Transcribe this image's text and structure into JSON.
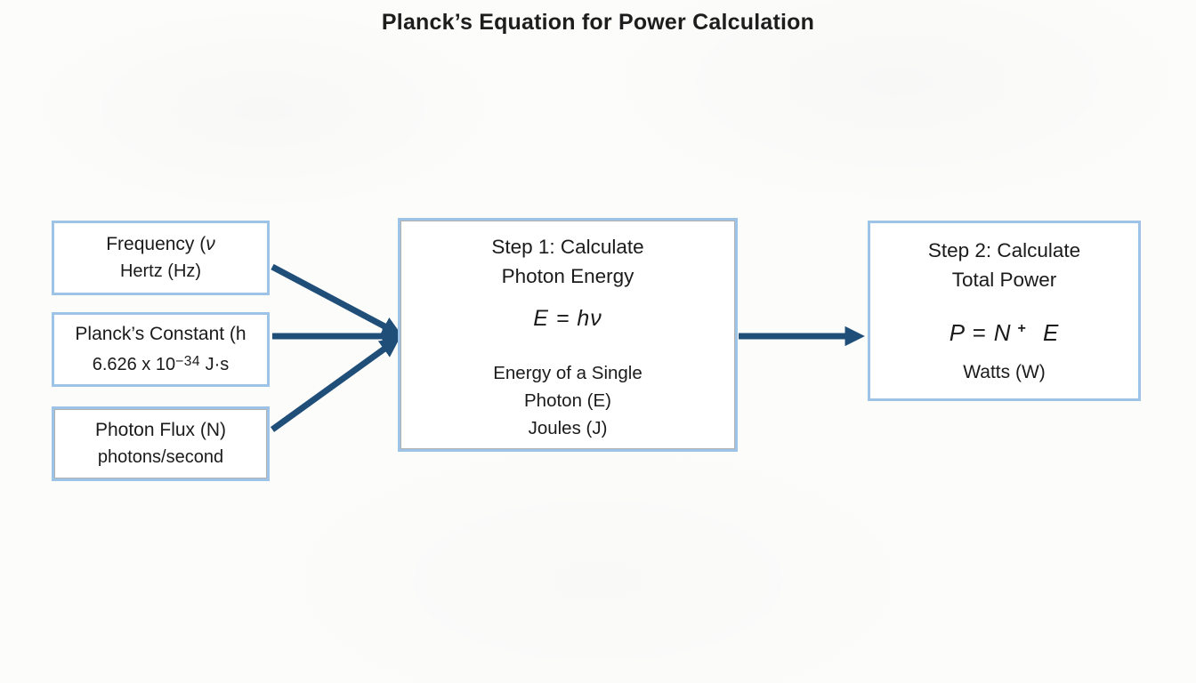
{
  "title": "Planck’s Equation for Power Calculation",
  "colors": {
    "arrow": "#1f4e79",
    "box_border": "#9dc3e6",
    "box_background": "#ffffff",
    "text": "#1b1b1b",
    "page_background": "#fcfcfb"
  },
  "inputs": [
    {
      "id": "frequency",
      "line1_prefix": "Frequency (",
      "line1_symbol": "ν",
      "line2": "Hertz (Hz)"
    },
    {
      "id": "plancks-constant",
      "line1": "Planck’s Constant (h",
      "value_prefix": "6.626 x 10",
      "value_exponent": "−34",
      "value_suffix": " J·s"
    },
    {
      "id": "photon-flux",
      "line1": "Photon Flux (N)",
      "line2": "photons/second"
    }
  ],
  "step1": {
    "heading_line1": "Step 1: Calculate",
    "heading_line2": "Photon Energy",
    "formula": "E = hν",
    "description_line1": "Energy of a Single",
    "description_line2": "Photon (E)",
    "description_line3": "Joules (J)"
  },
  "step2": {
    "heading_line1": "Step 2: Calculate",
    "heading_line2": "Total Power",
    "formula_left": "P = N",
    "formula_operator": "+",
    "formula_right": "E",
    "unit": "Watts (W)"
  }
}
